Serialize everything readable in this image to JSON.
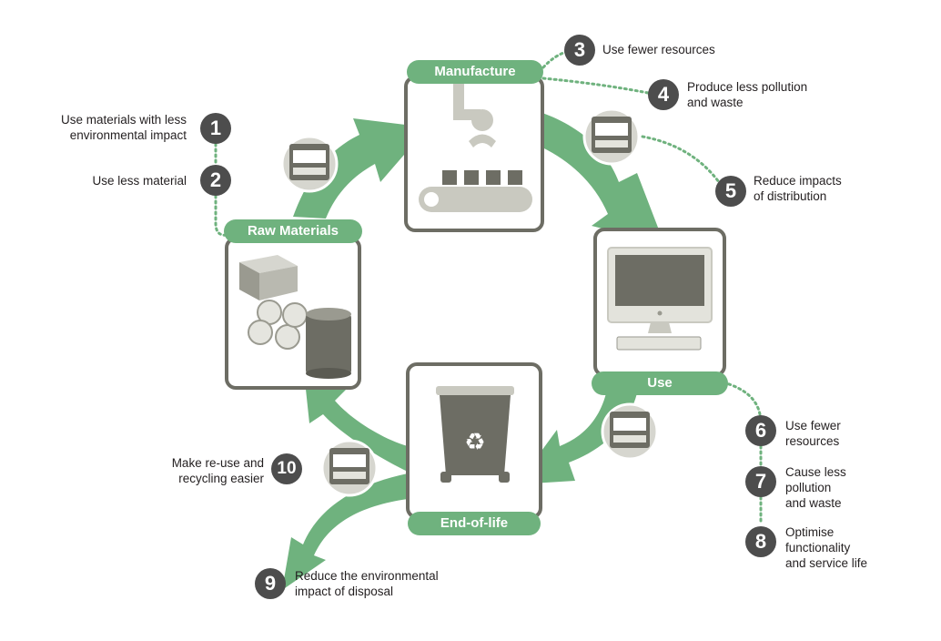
{
  "stages": {
    "manufacture": "Manufacture",
    "raw_materials": "Raw Materials",
    "use": "Use",
    "end_of_life": "End-of-life"
  },
  "steps": [
    {
      "number": "1",
      "text": "Use materials with less\nenvironmental impact"
    },
    {
      "number": "2",
      "text": "Use less material"
    },
    {
      "number": "3",
      "text": "Use fewer resources"
    },
    {
      "number": "4",
      "text": "Produce less pollution\nand waste"
    },
    {
      "number": "5",
      "text": "Reduce impacts\nof distribution"
    },
    {
      "number": "6",
      "text": "Use fewer\nresources"
    },
    {
      "number": "7",
      "text": "Cause less\npollution\nand waste"
    },
    {
      "number": "8",
      "text": "Optimise\nfunctionality\nand service life"
    },
    {
      "number": "9",
      "text": "Reduce the environmental\nimpact of disposal"
    },
    {
      "number": "10",
      "text": "Make re-use and\nrecycling easier"
    }
  ],
  "icons": {
    "truck": "truck-icon",
    "factory": "factory-robot-arm-icon",
    "computer": "computer-icon",
    "bin": "recycling-bin-icon",
    "materials": "raw-materials-icon"
  },
  "colors": {
    "green": "#6fb27e",
    "box_border": "#6d6d64",
    "gray": "#9a9a90",
    "dark_circle": "#4d4d4d"
  }
}
